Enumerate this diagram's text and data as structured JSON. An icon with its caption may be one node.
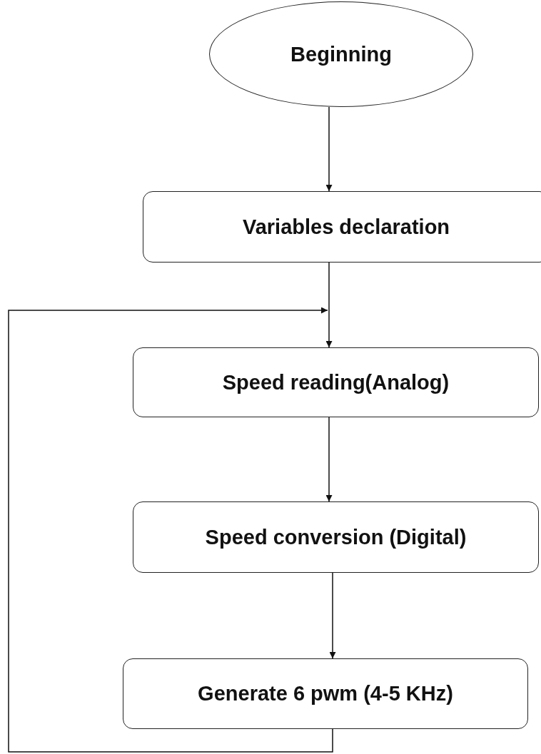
{
  "diagram": {
    "nodes": [
      {
        "text": [
          "Beginning"
        ]
      },
      {
        "text": [
          "Variables declaration"
        ]
      },
      {
        "text": [
          "Speed reading(Analog)"
        ]
      },
      {
        "text": [
          "Speed conversion (Digital)"
        ]
      },
      {
        "text": [
          "Generate 6 pwm (4-5 KHz)"
        ]
      }
    ],
    "edges": [
      {
        "from": 0,
        "to": 1,
        "arrow": "to"
      },
      {
        "from": 1,
        "to": 2,
        "arrow": "to"
      },
      {
        "from": 2,
        "to": 3,
        "arrow": "to"
      },
      {
        "from": 3,
        "to": 4,
        "arrow": "to"
      },
      {
        "from": 4,
        "to": 2,
        "arrow": "to"
      }
    ]
  }
}
